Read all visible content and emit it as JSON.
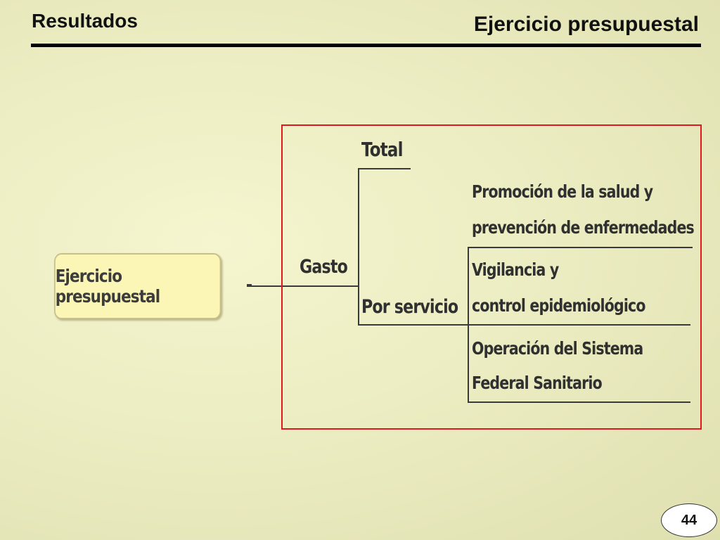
{
  "header": {
    "section": "Resultados",
    "title": "Ejercicio presupuestal"
  },
  "diagram": {
    "root": "Ejercicio presupuestal",
    "branch": "Gasto",
    "children": {
      "total": "Total",
      "por_servicio": "Por servicio"
    },
    "servicios": [
      [
        "Promoción de la salud y",
        "prevención de enfermedades"
      ],
      [
        "Vigilancia y",
        "control epidemiológico"
      ],
      [
        "Operación del Sistema",
        "Federal Sanitario"
      ]
    ],
    "frame_color": "#e0191e",
    "root_fill": "#fbf6b5"
  },
  "footer": {
    "page_number": "44"
  }
}
